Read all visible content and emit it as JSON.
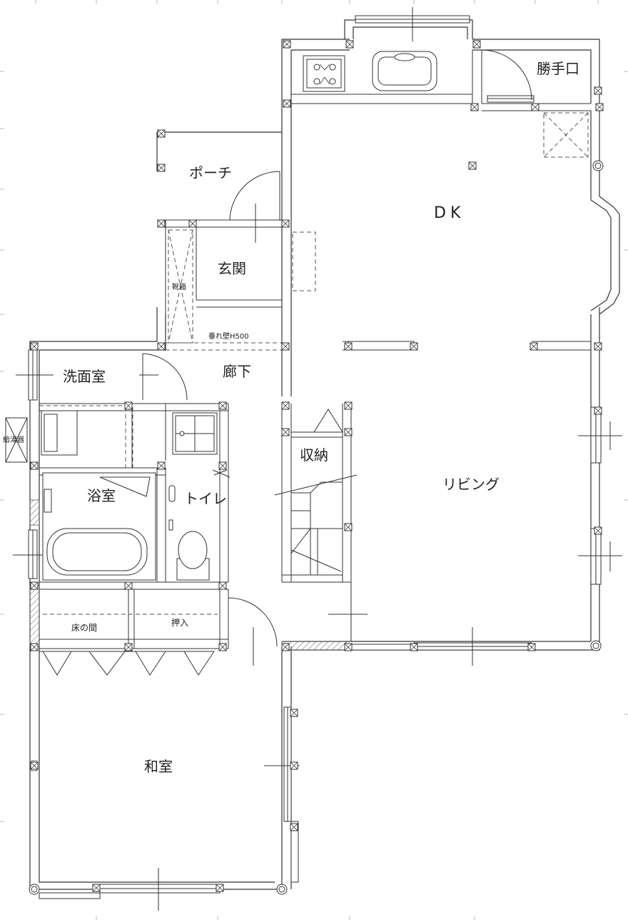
{
  "rooms": {
    "katteguchi": "勝手口",
    "porch": "ポーチ",
    "dk": "DK",
    "genkan": "玄関",
    "getabako": "靴箱",
    "tarekabe": "垂れ壁H500",
    "senmen": "洗面室",
    "rouka": "廊下",
    "kyutoki": "給湯器",
    "shuno": "収納",
    "yokushitsu": "浴室",
    "toilet": "トイレ",
    "living": "リビング",
    "tokonoma": "床の間",
    "oshiire": "押入",
    "washitsu": "和室"
  },
  "colors": {
    "line": "#333333",
    "dash": "#555555",
    "hatch": "#777777"
  }
}
